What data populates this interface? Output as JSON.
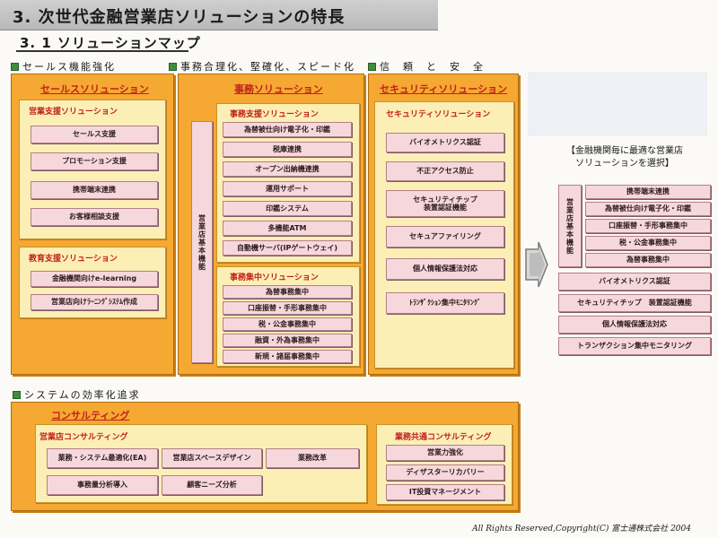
{
  "title": "3. 次世代金融営業店ソリューションの特長",
  "subtitle": "3. 1  ソリューションマップ",
  "categories": {
    "sales": "セールス機能強化",
    "office": "事務合理化、堅確化、スピード化",
    "security": "信　頼　と　安　全",
    "system": "システムの効率化追求"
  },
  "sales_panel": {
    "title": "セールスソリューション",
    "support": {
      "title": "営業支援ソリューション",
      "items": [
        "セールス支援",
        "プロモーション支援",
        "携帯端末連携",
        "お客様相談支援"
      ]
    },
    "education": {
      "title": "教育支援ソリューション",
      "items": [
        "金融機関向けe-learning",
        "営業店向けﾗｰﾆﾝｸﾞｼｽﾃﾑ作成"
      ]
    }
  },
  "office_panel": {
    "title": "事務ソリューション",
    "vertical_label": "営業店基本機能",
    "support": {
      "title": "事務支援ソリューション",
      "items": [
        "為替被仕向け電子化・印鑑",
        "税庫連携",
        "オープン出納機連携",
        "運用サポート",
        "印鑑システム",
        "多機能ATM",
        "自動機サーバ(IPゲートウェイ)"
      ]
    },
    "central": {
      "title": "事務集中ソリューション",
      "items": [
        "為替事務集中",
        "口座振替・手形事務集中",
        "税・公金事務集中",
        "融資・外為事務集中",
        "新規・諸届事務集中"
      ]
    }
  },
  "security_panel": {
    "title": "セキュリティソリューション",
    "inner_title": "セキュリティソリューション",
    "items": [
      "バイオメトリクス認証",
      "不正アクセス防止",
      "セキュリティチップ\n装置認証機能",
      "セキュアファイリング",
      "個人情報保護法対応",
      "ﾄﾗﾝｻﾞｸｼｮﾝ集中ﾓﾆﾀﾘﾝｸﾞ"
    ]
  },
  "selector": {
    "caption_line1": "【金融機関毎に最適な営業店",
    "caption_line2": "ソリューションを選択】",
    "vertical_label": "営業店基本機能",
    "top_items": [
      "携帯端末連携",
      "為替被仕向け電子化・印鑑",
      "口座振替・手形事務集中",
      "税・公金事務集中",
      "為替事務集中"
    ],
    "bottom_items": [
      "バイオメトリクス認証",
      "セキュリティチップ　装置認証機能",
      "個人情報保護法対応",
      "トランザクション集中モニタリング"
    ]
  },
  "consulting_panel": {
    "title": "コンサルティング",
    "branch": {
      "title": "営業店コンサルティング",
      "items": [
        "業務・システム最適化(EA)",
        "営業店スペースデザイン",
        "業務改革",
        "事務量分析導入",
        "顧客ニーズ分析"
      ]
    },
    "business": {
      "title": "業務共通コンサルティング",
      "items": [
        "営業力強化",
        "ディザスターリカバリー",
        "IT投資マネージメント"
      ]
    }
  },
  "footer": "All Rights Reserved,Copyright(C)  富士通株式会社 2004",
  "colors": {
    "panel": "#f5a832",
    "inner": "#fcefb6",
    "item": "#f6d7dc",
    "title_red": "#c0221b",
    "category_square": "#3f8e3f"
  }
}
